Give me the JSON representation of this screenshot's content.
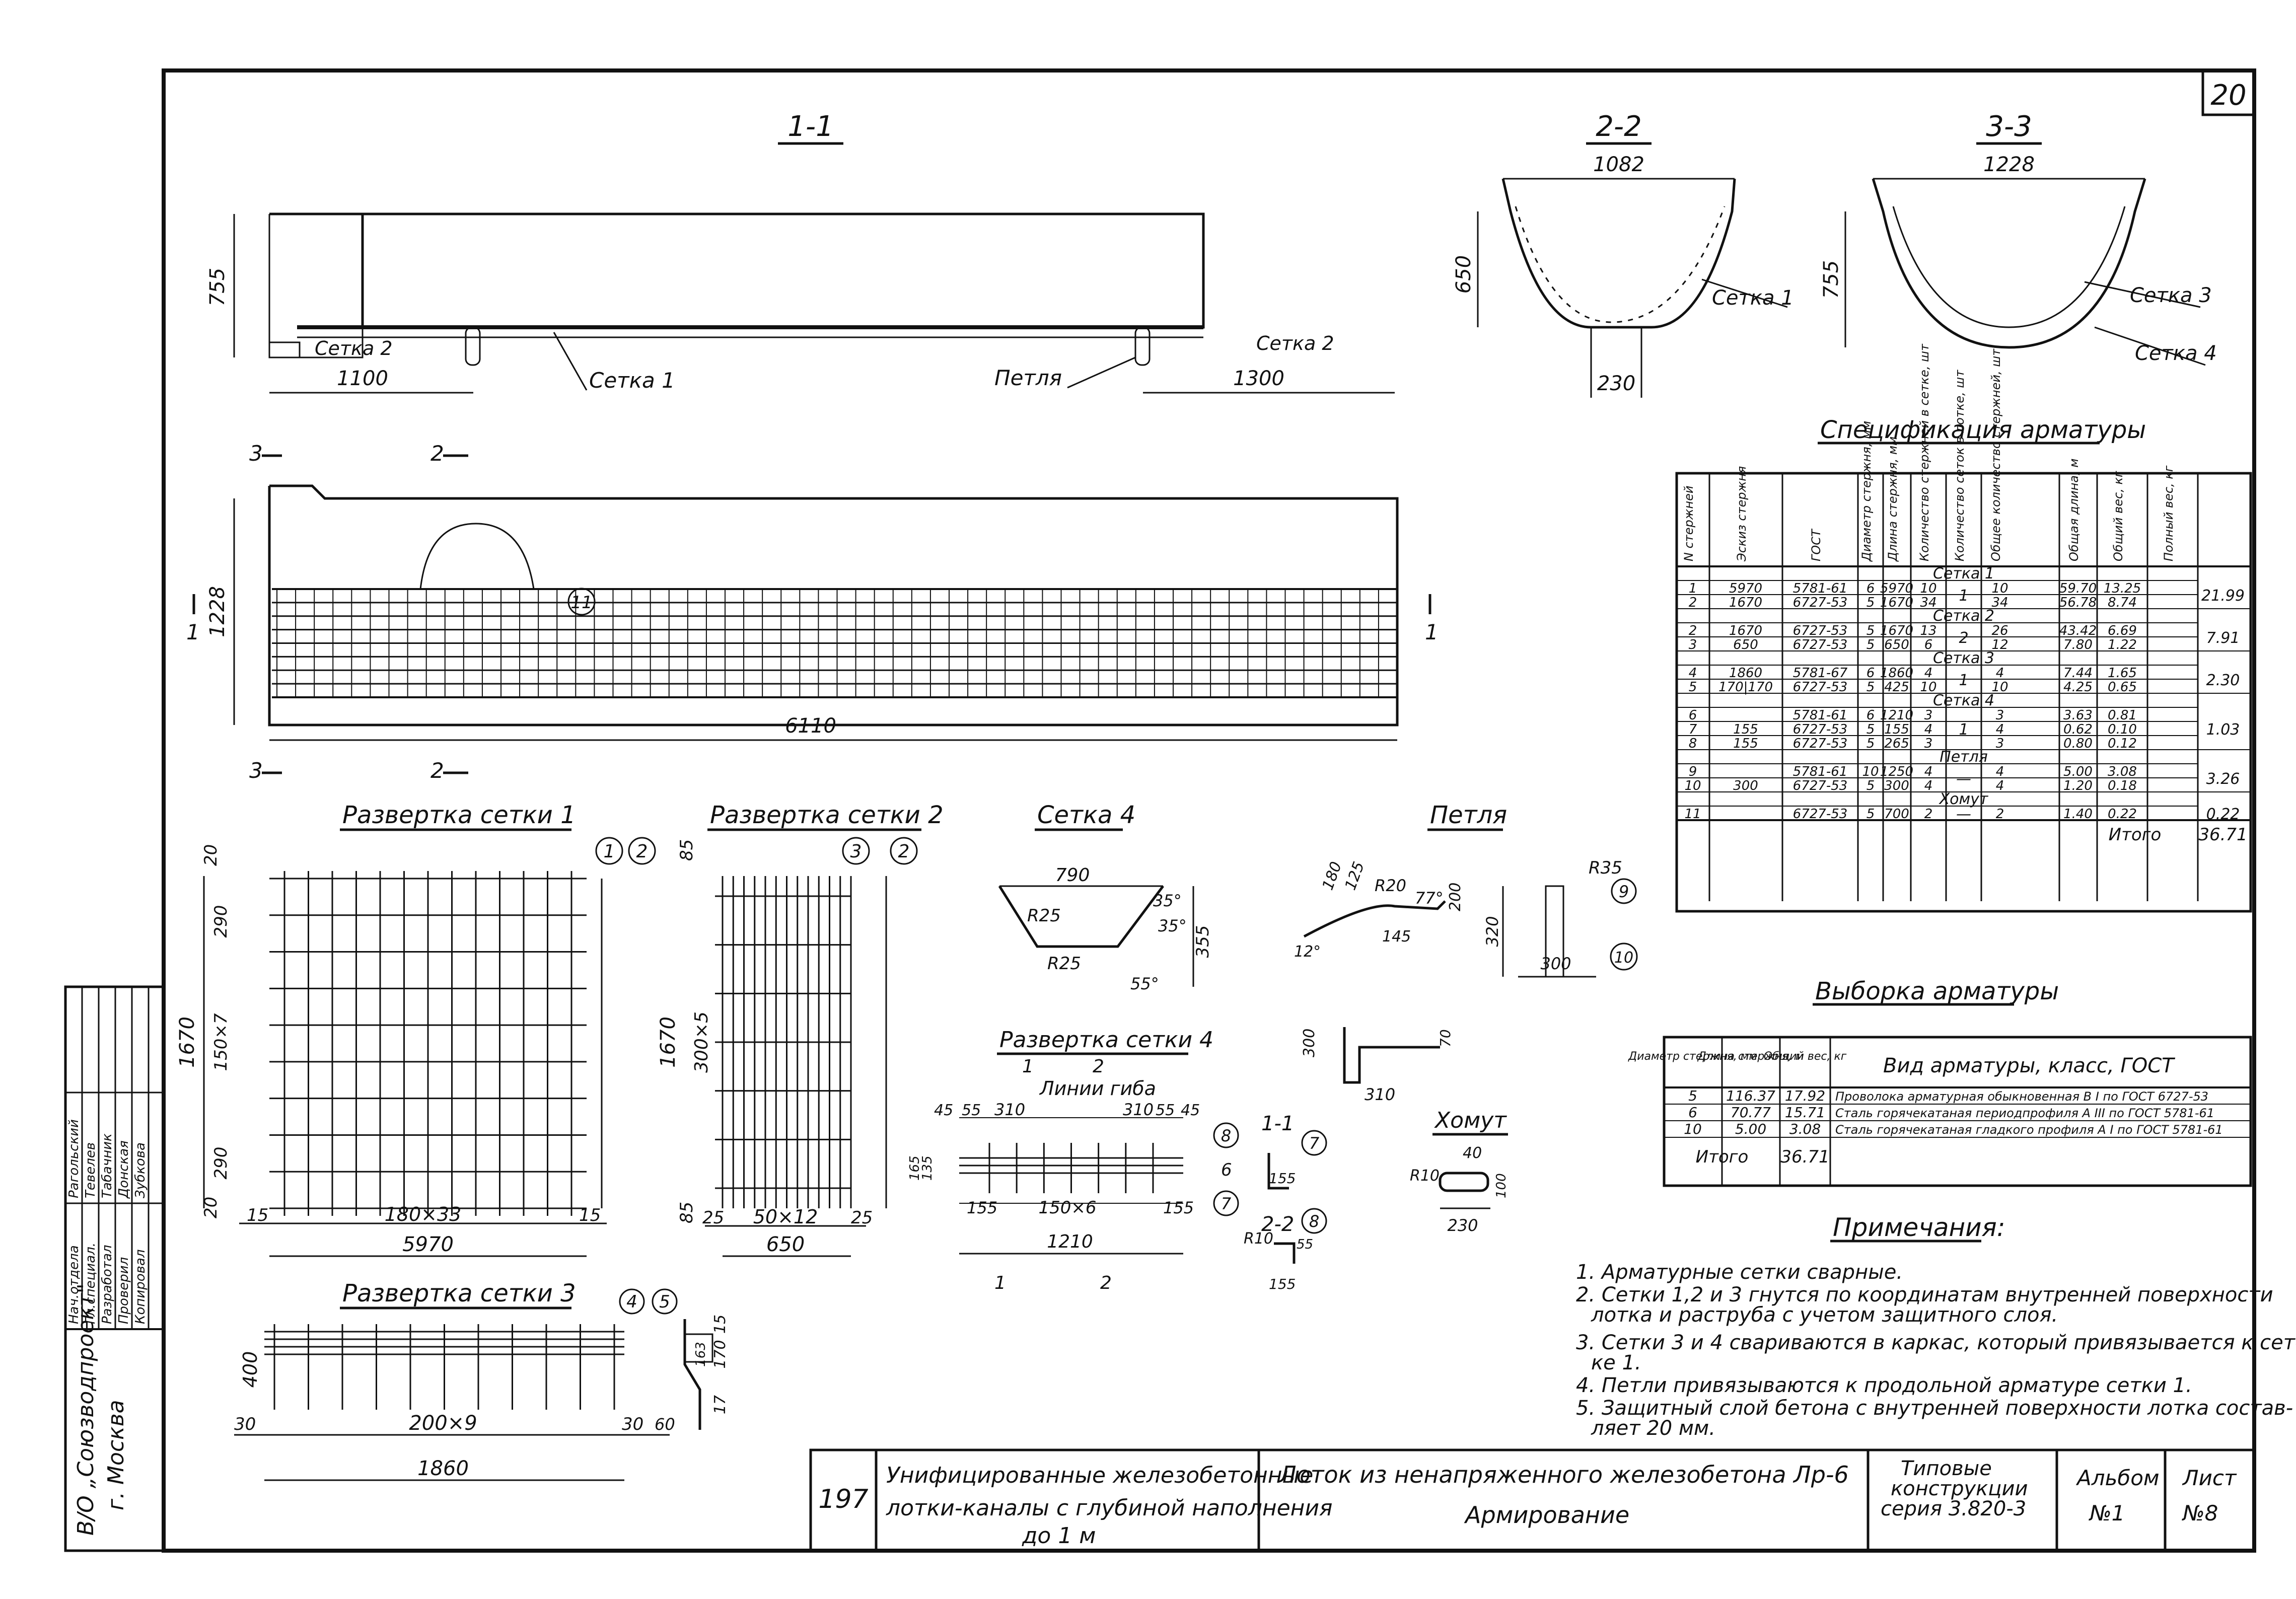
{
  "sheet_no": "20",
  "sections": {
    "s11": "1-1",
    "s22": "2-2",
    "s33": "3-3",
    "dim_755_a": "755",
    "dim_1100": "1100",
    "dim_1300": "1300",
    "dim_1082": "1082",
    "dim_650_a": "650",
    "dim_230_a": "230",
    "dim_1228_a": "1228",
    "dim_755_b": "755",
    "lbl_setka1_a": "Сетка 1",
    "lbl_setka2_a": "Сетка 2",
    "lbl_setka2_b": "Сетка 2",
    "lbl_setka1_b": "Сетка 1",
    "lbl_petlya": "Петля",
    "lbl_setka3": "Сетка 3",
    "lbl_setka4": "Сетка 4"
  },
  "plan": {
    "cut3": "3",
    "cut2": "2",
    "cut1": "1",
    "dim_1228": "1228",
    "dim_6110": "6110",
    "mark_11": "11"
  },
  "razv1": {
    "title": "Развертка сетки 1",
    "m1": "1",
    "m2": "2",
    "d20a": "20",
    "d290a": "290",
    "d150x7": "150×7",
    "d290b": "290",
    "d20b": "20",
    "d1670": "1670",
    "d15a": "15",
    "d180x33": "180×33",
    "d15b": "15",
    "d5970": "5970"
  },
  "razv2": {
    "title": "Развертка сетки 2",
    "m3": "3",
    "m2": "2",
    "d85a": "85",
    "d300x5": "300×5",
    "d1670": "1670",
    "d85b": "85",
    "d25a": "25",
    "d50x12": "50×12",
    "d25b": "25",
    "d650": "650"
  },
  "razv3": {
    "title": "Развертка сетки 3",
    "m4": "4",
    "m5": "5",
    "d400": "400",
    "d30a": "30",
    "d200x9": "200×9",
    "d30b": "30",
    "d1860": "1860",
    "d15": "15",
    "d170": "170",
    "d60": "60",
    "d17": "17",
    "d163": "163"
  },
  "setka4": {
    "title": "Сетка 4",
    "d790": "790",
    "r25a": "R25",
    "r25b": "R25",
    "a35a": "35°",
    "a35b": "35°",
    "a55": "55°",
    "d355": "355"
  },
  "razv4": {
    "title": "Развертка сетки 4",
    "cut1": "1",
    "cut2": "2",
    "liniya": "Линии гиба",
    "d45a": "45",
    "d55a": "55",
    "d310a": "310",
    "d310b": "310",
    "d55b": "55",
    "d45b": "45",
    "d155a": "155",
    "d150x6": "150×6",
    "d155b": "155",
    "d1210": "1210",
    "m8": "8",
    "m6": "6",
    "m7": "7",
    "d165": "165",
    "d135": "135"
  },
  "sec": {
    "s11": "1-1",
    "s22": "2-2",
    "m7": "7",
    "m8": "8",
    "d155a": "155",
    "d155b": "155",
    "r10": "R10",
    "d55": "55"
  },
  "petlya": {
    "title": "Петля",
    "d180": "180",
    "r20": "R20",
    "d125": "125",
    "d77": "77°",
    "d200": "200",
    "d145": "145",
    "d12": "12°",
    "r35": "R35",
    "d320": "320",
    "d300": "300",
    "m9": "9",
    "m10": "10",
    "d300b": "300",
    "d310": "310",
    "d70": "70"
  },
  "homut": {
    "title": "Хомут",
    "d40": "40",
    "r10": "R10",
    "d230": "230",
    "d100": "100"
  },
  "spec": {
    "title": "Спецификация арматуры",
    "headers": [
      "N стержней",
      "Эскиз стержня",
      "ГОСТ",
      "Диаметр стержня, мм",
      "Длина стержня, мм",
      "Количество стержней в сетке, шт",
      "Количество сеток в лотке, шт",
      "Общее количество стержней, шт",
      "Общая длина, м",
      "Общий вес, кг",
      "Полный вес, кг"
    ],
    "groups": [
      {
        "name": "Сетка 1",
        "total": "21.99",
        "nsetok": "1",
        "rows": [
          [
            "1",
            "5970",
            "5781-61",
            "6",
            "5970",
            "10",
            "10",
            "59.70",
            "13.25"
          ],
          [
            "2",
            "1670",
            "6727-53",
            "5",
            "1670",
            "34",
            "34",
            "56.78",
            "8.74"
          ]
        ]
      },
      {
        "name": "Сетка 2",
        "total": "7.91",
        "nsetok": "2",
        "rows": [
          [
            "2",
            "1670",
            "6727-53",
            "5",
            "1670",
            "13",
            "26",
            "43.42",
            "6.69"
          ],
          [
            "3",
            "650",
            "6727-53",
            "5",
            "650",
            "6",
            "12",
            "7.80",
            "1.22"
          ]
        ]
      },
      {
        "name": "Сетка 3",
        "total": "2.30",
        "nsetok": "1",
        "rows": [
          [
            "4",
            "1860",
            "5781-67",
            "6",
            "1860",
            "4",
            "4",
            "7.44",
            "1.65"
          ],
          [
            "5",
            "170|170",
            "6727-53",
            "5",
            "425",
            "10",
            "10",
            "4.25",
            "0.65"
          ]
        ]
      },
      {
        "name": "Сетка 4",
        "total": "1.03",
        "nsetok": "1",
        "rows": [
          [
            "6",
            "",
            "5781-61",
            "6",
            "1210",
            "3",
            "3",
            "3.63",
            "0.81"
          ],
          [
            "7",
            "155",
            "6727-53",
            "5",
            "155",
            "4",
            "4",
            "0.62",
            "0.10"
          ],
          [
            "8",
            "155",
            "6727-53",
            "5",
            "265",
            "3",
            "3",
            "0.80",
            "0.12"
          ]
        ]
      },
      {
        "name": "Петля",
        "total": "3.26",
        "nsetok": "—",
        "rows": [
          [
            "9",
            "",
            "5781-61",
            "10",
            "1250",
            "4",
            "4",
            "5.00",
            "3.08"
          ],
          [
            "10",
            "300",
            "6727-53",
            "5",
            "300",
            "4",
            "4",
            "1.20",
            "0.18"
          ]
        ]
      },
      {
        "name": "Хомут",
        "total": "0.22",
        "nsetok": "—",
        "rows": [
          [
            "11",
            "",
            "6727-53",
            "5",
            "700",
            "2",
            "2",
            "1.40",
            "0.22"
          ]
        ]
      }
    ],
    "itogo_label": "Итого",
    "itogo_value": "36.71"
  },
  "vyborka": {
    "title": "Выборка арматуры",
    "headers": [
      "Диаметр стержня, мм",
      "Длина стержня, м",
      "Общий вес, кг",
      "Вид арматуры, класс, ГОСТ"
    ],
    "rows": [
      [
        "5",
        "116.37",
        "17.92",
        "Проволока арматурная обыкновенная В I по ГОСТ 6727-53"
      ],
      [
        "6",
        "70.77",
        "15.71",
        "Сталь горячекатаная периодпрофиля А III по ГОСТ 5781-61"
      ],
      [
        "10",
        "5.00",
        "3.08",
        "Сталь горячекатаная гладкого профиля А I по ГОСТ 5781-61"
      ]
    ],
    "itogo_label": "Итого",
    "itogo_value": "36.71"
  },
  "notes": {
    "title": "Примечания:",
    "lines": [
      "1. Арматурные сетки сварные.",
      "2. Сетки 1,2 и 3 гнутся по координатам внутренней поверхности",
      "лотка и раструба с учетом защитного слоя.",
      "3. Сетки 3 и 4 свариваются в каркас, который привязывается к сет-",
      "ке 1.",
      "4. Петли привязываются к продольной арматуре сетки 1.",
      "5. Защитный слой бетона с внутренней поверхности лотка состав-",
      "ляет 20 мм."
    ]
  },
  "side_stamp": {
    "rows": [
      [
        "Нач.отдела",
        "Рагольский"
      ],
      [
        "Гл.специал.",
        "Тевелев"
      ],
      [
        "Разработал",
        "Табачник"
      ],
      [
        "Проверил",
        "Донская"
      ],
      [
        "Копировал",
        "Зубкова"
      ]
    ],
    "org1": "В/О „Союзводпроект\"",
    "org2": "г. Москва"
  },
  "title_block": {
    "num": "197",
    "series_title_1": "Унифицированные железобетонные",
    "series_title_2": "лотки-каналы с глубиной наполнения",
    "series_title_3": "до 1 м",
    "drawing_title": "Лоток из ненапряженного железобетона Лр-6",
    "drawing_sub": "Армирование",
    "tip_1": "Типовые",
    "tip_2": "конструкции",
    "tip_3": "серия 3.820-3",
    "album_1": "Альбом",
    "album_2": "№1",
    "sheet_1": "Лист",
    "sheet_2": "№8"
  }
}
